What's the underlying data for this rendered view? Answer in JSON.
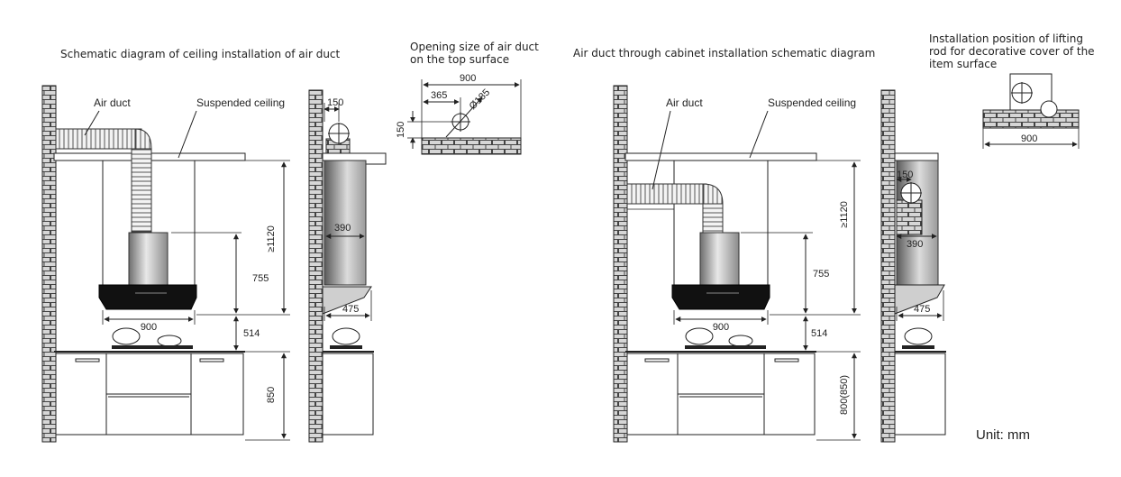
{
  "titles": {
    "ceiling": "Schematic diagram of ceiling installation of air duct",
    "opening_line1": "Opening size of air duct",
    "opening_line2": "on the top surface",
    "cabinet": "Air duct through cabinet installation schematic diagram",
    "lifting_line1": "Installation position of lifting",
    "lifting_line2": "rod for decorative cover of the",
    "lifting_line3": "item surface"
  },
  "labels": {
    "air_duct": "Air duct",
    "suspended_ceiling": "Suspended ceiling"
  },
  "dimensions": {
    "hood_width": "900",
    "hood_depth": "475",
    "duct_space": "390",
    "min_height": "≥1120",
    "cover_height": "755",
    "hood_to_stove": "514",
    "counter_height": "850",
    "counter_height_alt": "800(850)",
    "opening_offset": "150",
    "opening_width": "900",
    "opening_from_wall": "365",
    "opening_diameter": "Ø185",
    "opening_depth": "150",
    "rod_offset": "150",
    "rod_width": "900"
  },
  "unit": "Unit: mm",
  "colors": {
    "line": "#222222",
    "wall": "#cfcfcf",
    "steel_dark": "#7a7a7a",
    "steel_light": "#e6e6e6",
    "glass": "#111111"
  }
}
